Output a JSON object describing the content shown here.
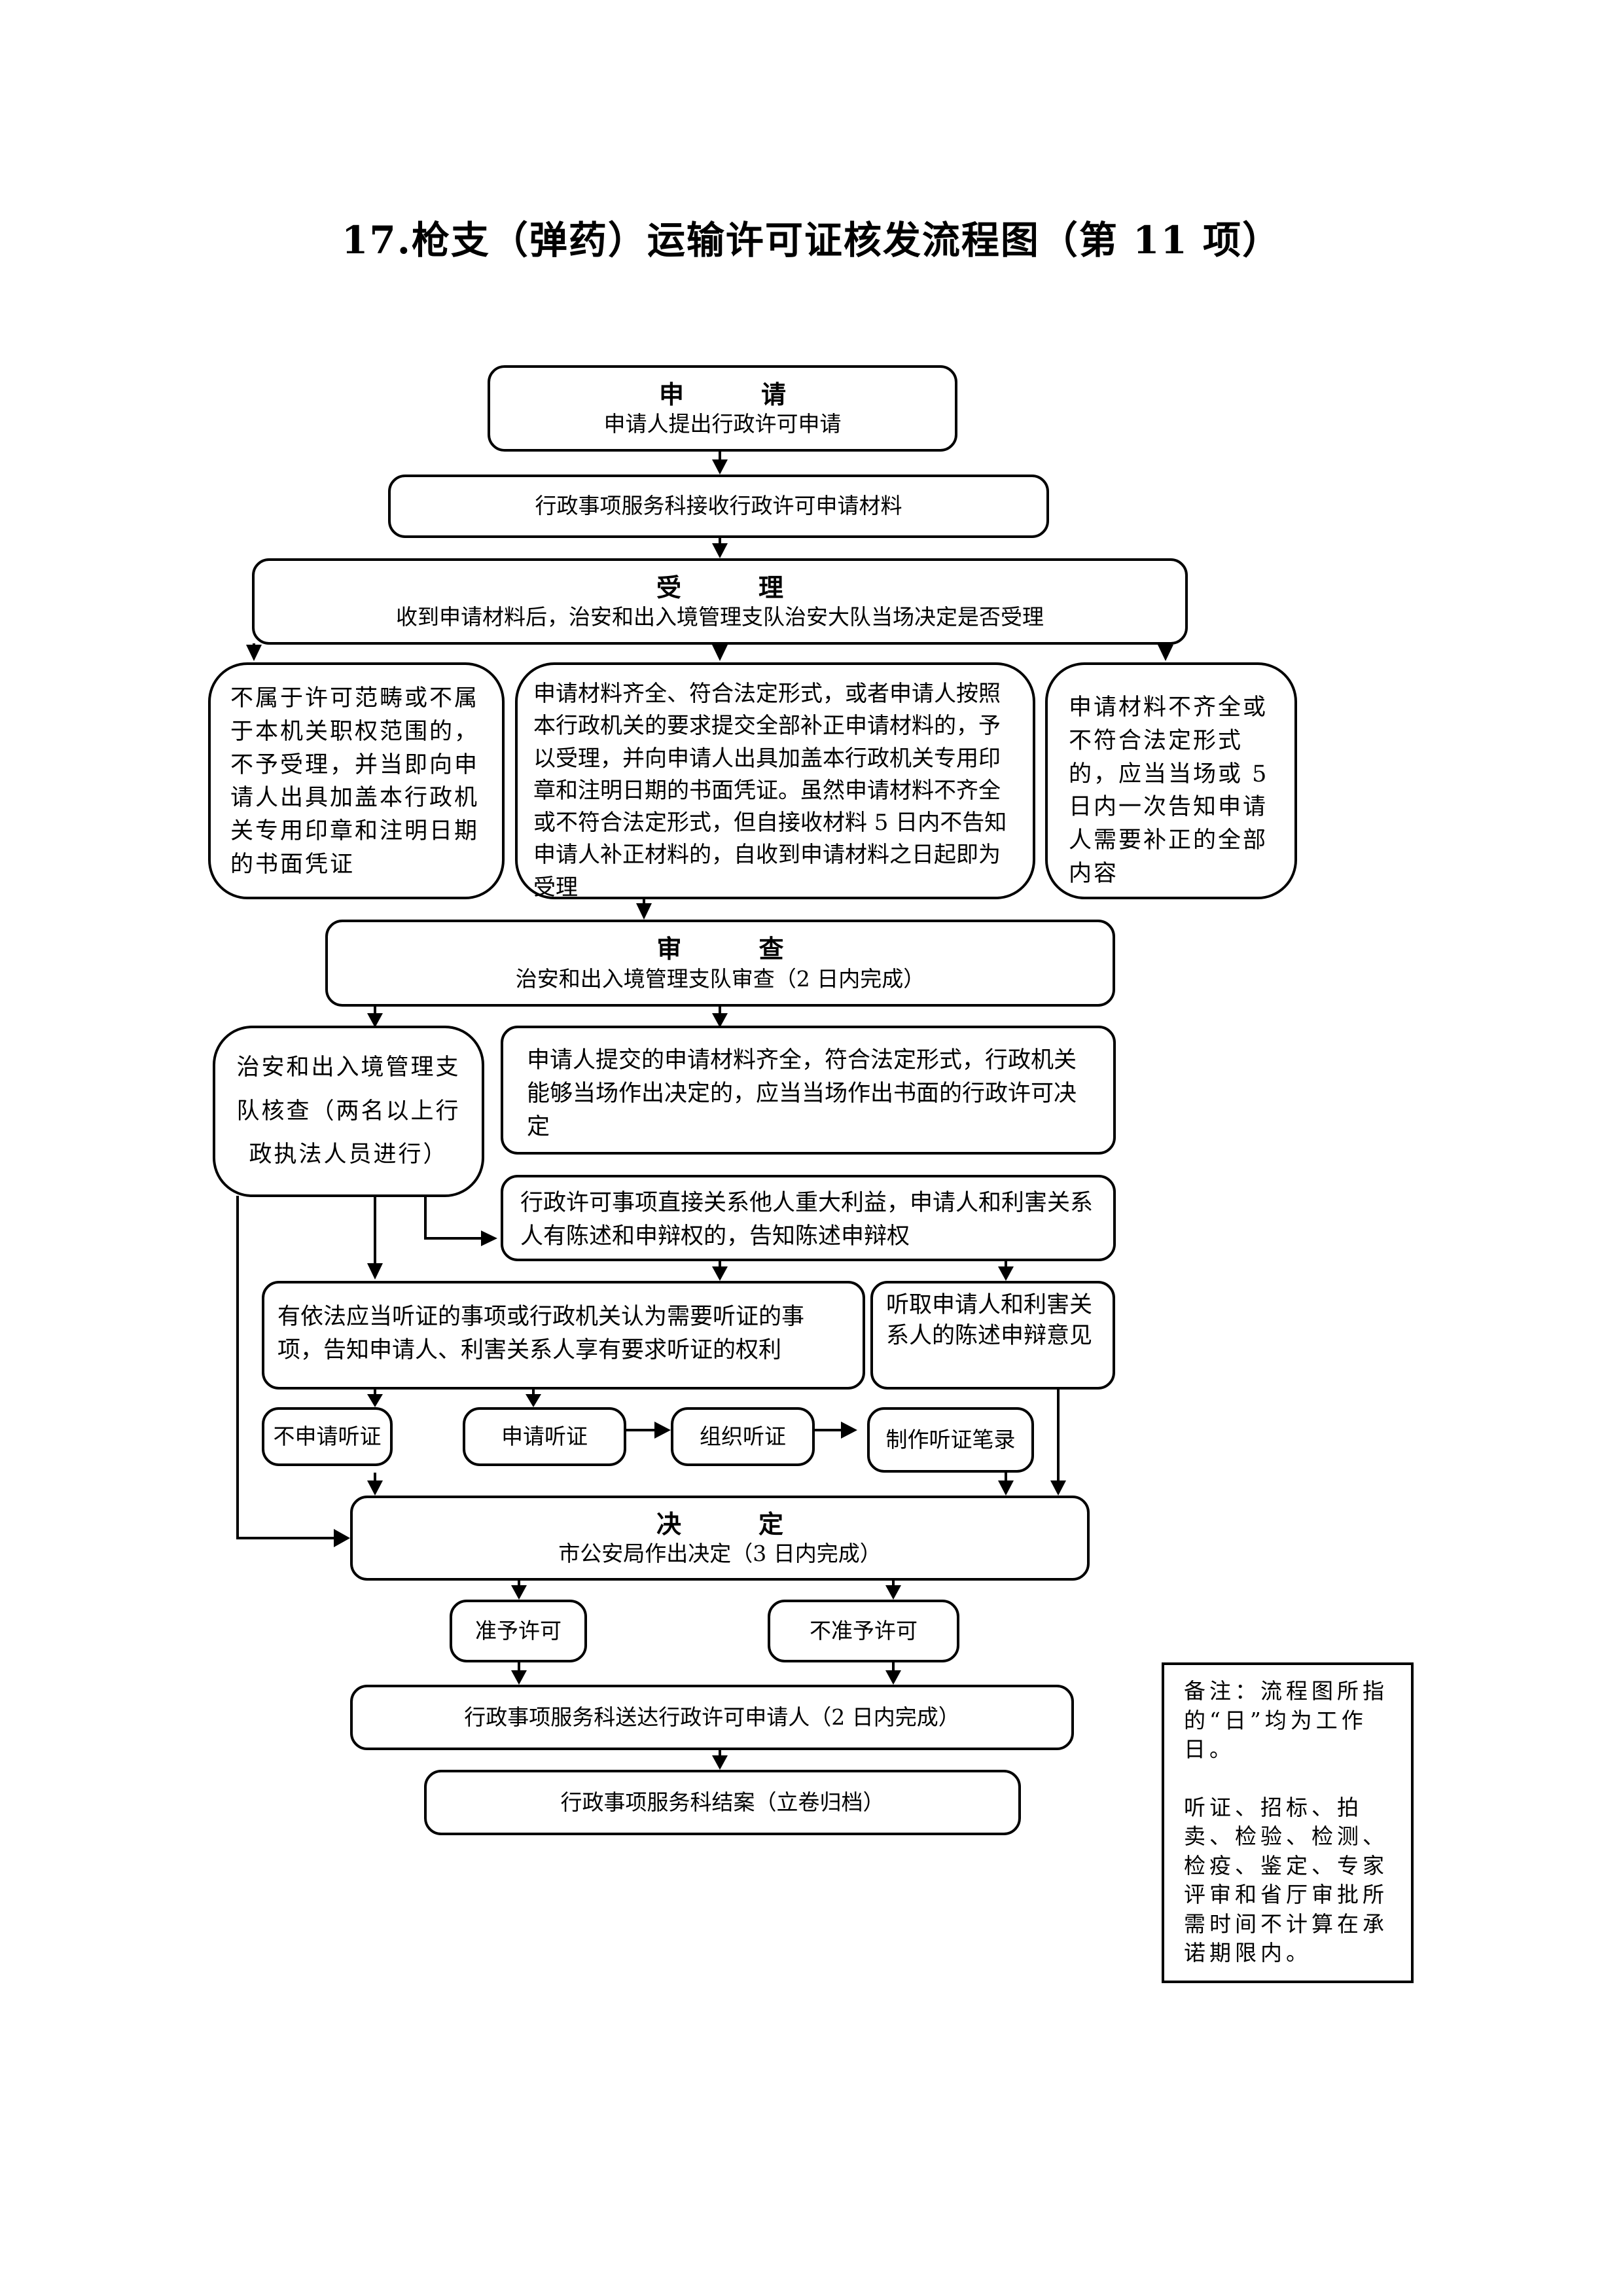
{
  "title": "17.枪支（弹药）运输许可证核发流程图（第 11 项）",
  "nodes": {
    "apply": {
      "head": "申　请",
      "sub": "申请人提出行政许可申请"
    },
    "receive": {
      "text": "行政事项服务科接收行政许可申请材料"
    },
    "accept": {
      "head": "受　理",
      "sub": "收到申请材料后，治安和出入境管理支队治安大队当场决定是否受理"
    },
    "reject_scope": {
      "text": "不属于许可范畴或不属于本机关职权范围的，不予受理，并当即向申请人出具加盖本行政机关专用印章和注明日期的书面凭证"
    },
    "accept_ok": {
      "text": "申请材料齐全、符合法定形式，或者申请人按照本行政机关的要求提交全部补正申请材料的，予以受理，并向申请人出具加盖本行政机关专用印章和注明日期的书面凭证。虽然申请材料不齐全或不符合法定形式，但自接收材料 5 日内不告知申请人补正材料的，自收到申请材料之日起即为受理"
    },
    "incomplete": {
      "text": "申请材料不齐全或不符合法定形式的，应当当场或 5 日内一次告知申请人需要补正的全部内容"
    },
    "review": {
      "head": "审　查",
      "sub": "治安和出入境管理支队审查（2 日内完成）"
    },
    "verify": {
      "text": "治安和出入境管理支队核查（两名以上行政执法人员进行）"
    },
    "onsite_decision": {
      "text": "申请人提交的申请材料齐全，符合法定形式，行政机关能够当场作出决定的，应当当场作出书面的行政许可决定"
    },
    "notify_statement": {
      "text": "行政许可事项直接关系他人重大利益，申请人和利害关系人有陈述和申辩权的，告知陈述申辩权"
    },
    "notify_hearing": {
      "text": "有依法应当听证的事项或行政机关认为需要听证的事项，告知申请人、利害关系人享有要求听证的权利"
    },
    "hear_statement": {
      "text": "听取申请人和利害关系人的陈述申辩意见"
    },
    "no_hearing": {
      "text": "不申请听证"
    },
    "request_hearing": {
      "text": "申请听证"
    },
    "organize_hearing": {
      "text": "组织听证"
    },
    "hearing_record": {
      "text": "制作听证笔录"
    },
    "decide": {
      "head": "决　定",
      "sub": "市公安局作出决定（3 日内完成）"
    },
    "grant": {
      "text": "准予许可"
    },
    "deny": {
      "text": "不准予许可"
    },
    "deliver": {
      "text": "行政事项服务科送达行政许可申请人（2 日内完成）"
    },
    "close": {
      "text": "行政事项服务科结案（立卷归档）"
    }
  },
  "note": {
    "line1": "备注：流程图所指的“日”均为工作日。",
    "line2": "听证、招标、拍卖、检验、检测、检疫、鉴定、专家评审和省厅审批所需时间不计算在承诺期限内。"
  }
}
